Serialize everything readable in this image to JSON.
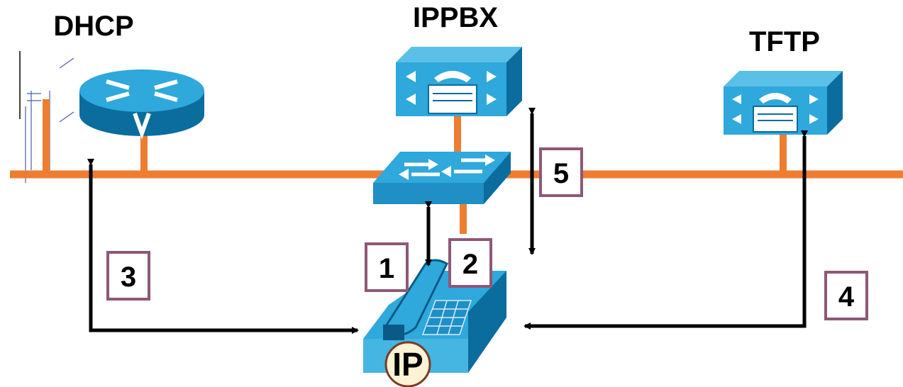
{
  "labels": {
    "dhcp": "DHCP",
    "ippbx": "IPPBX",
    "tftp": "TFTP"
  },
  "steps": [
    "1",
    "2",
    "3",
    "4",
    "5"
  ],
  "phone_badge": "IP",
  "colors": {
    "network_line": "#ED7D31",
    "device_top": "#2FA8DC",
    "device_side": "#0B6C9E",
    "device_dark": "#0A5A85",
    "step_box_border": "#8E5876",
    "arrow": "#000000",
    "badge_fill": "#FBF3D4"
  },
  "icons": [
    "router-icon",
    "call-manager-icon",
    "switch-icon",
    "ip-phone-icon"
  ]
}
